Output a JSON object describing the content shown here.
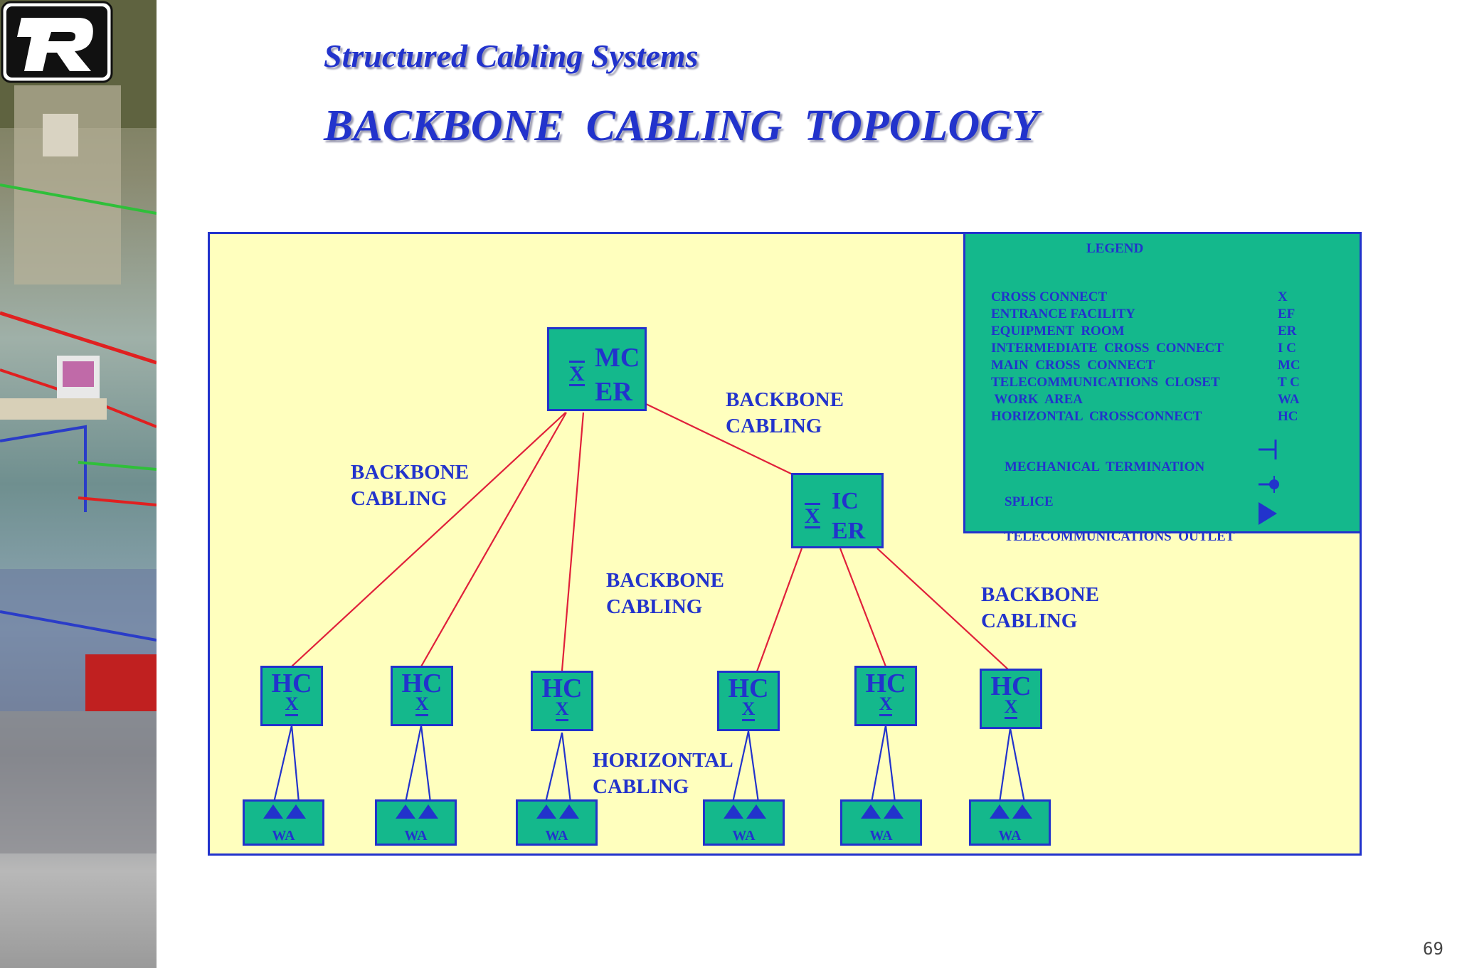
{
  "header": {
    "subtitle": "Structured Cabling Systems",
    "title": "BACKBONE  CABLING  TOPOLOGY"
  },
  "diagram": {
    "mc_node": {
      "x": "X",
      "line1": "MC",
      "line2": "ER"
    },
    "ic_node": {
      "x": "X",
      "line1": "IC",
      "line2": "ER"
    },
    "hc_nodes": [
      {
        "label": "HC",
        "x": "X"
      },
      {
        "label": "HC",
        "x": "X"
      },
      {
        "label": "HC",
        "x": "X"
      },
      {
        "label": "HC",
        "x": "X"
      },
      {
        "label": "HC",
        "x": "X"
      },
      {
        "label": "HC",
        "x": "X"
      }
    ],
    "wa_nodes": [
      "WA",
      "WA",
      "WA",
      "WA",
      "WA",
      "WA"
    ],
    "labels": {
      "backbone_top_right": [
        "BACKBONE",
        "CABLING"
      ],
      "backbone_left": [
        "BACKBONE",
        "CABLING"
      ],
      "backbone_center": [
        "BACKBONE",
        "CABLING"
      ],
      "backbone_right": [
        "BACKBONE",
        "CABLING"
      ],
      "horizontal": [
        "HORIZONTAL",
        "CABLING"
      ]
    },
    "colors": {
      "box_fill": "#14b88c",
      "ink": "#2233cc",
      "cable": "#e0203a",
      "background": "#ffffbe"
    }
  },
  "legend": {
    "title": "LEGEND",
    "items": [
      {
        "label": "CROSS CONNECT",
        "abbr": "X"
      },
      {
        "label": "ENTRANCE FACILITY",
        "abbr": "EF"
      },
      {
        "label": "EQUIPMENT  ROOM",
        "abbr": "ER"
      },
      {
        "label": "INTERMEDIATE  CROSS  CONNECT",
        "abbr": "I C"
      },
      {
        "label": "MAIN  CROSS  CONNECT",
        "abbr": "MC"
      },
      {
        "label": "TELECOMMUNICATIONS  CLOSET",
        "abbr": "T C"
      },
      {
        "label": " WORK  AREA",
        "abbr": "WA"
      },
      {
        "label": "HORIZONTAL  CROSSCONNECT",
        "abbr": "HC"
      }
    ],
    "symbols": [
      {
        "label": "MECHANICAL  TERMINATION",
        "icon": "mechanical-termination-icon"
      },
      {
        "label": "SPLICE",
        "icon": "splice-icon"
      },
      {
        "label": "TELECOMMUNICATIONS  OUTLET",
        "icon": "outlet-triangle-icon"
      }
    ]
  },
  "footer": {
    "page_number": "69"
  }
}
